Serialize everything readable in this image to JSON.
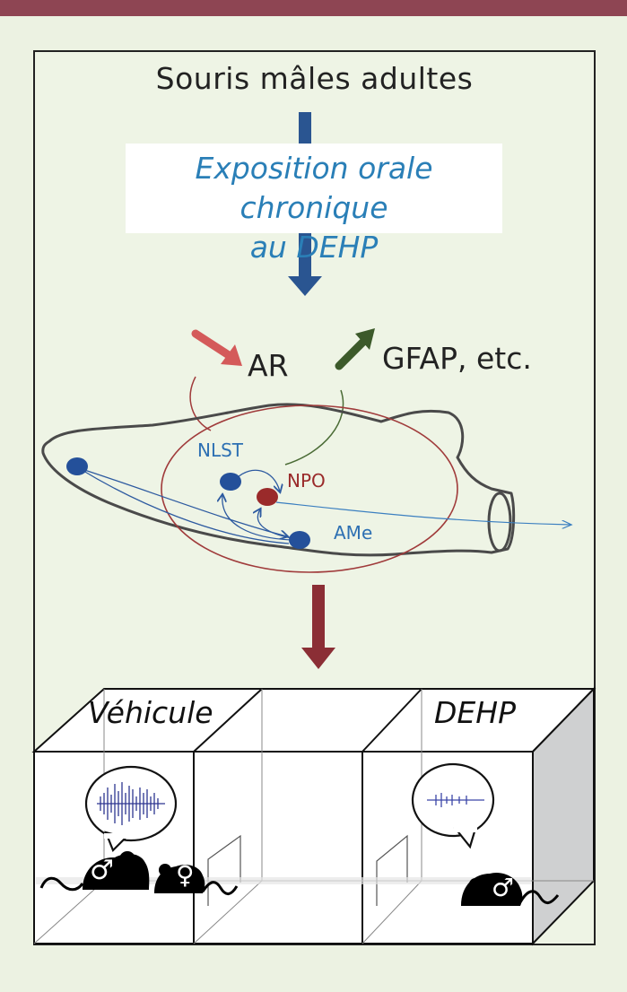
{
  "header": {
    "title": "Souris mâles adultes",
    "exposure_line1": "Exposition orale chronique",
    "exposure_line2": "au DEHP"
  },
  "brain": {
    "ar_label": "AR",
    "gfap_label": "GFAP, etc.",
    "nuclei": {
      "nlst": "NLST",
      "npo": "NPO",
      "ame": "AMe"
    }
  },
  "cages": {
    "vehicle_label": "Véhicule",
    "dehp_label": "DEHP"
  },
  "symbols": {
    "male": "♂",
    "female": "♀"
  },
  "colors": {
    "topbar": "#8e4553",
    "background": "#ecf2e2",
    "blue_arrow": "#2a5591",
    "red_arrow": "#8b2e35",
    "exposure_text": "#2a7fb7",
    "ar_arrow": "#d45a5a",
    "gfap_arrow": "#3c5a2a",
    "nucleus_blue": "#24509a",
    "nucleus_red": "#9a2a2a"
  }
}
